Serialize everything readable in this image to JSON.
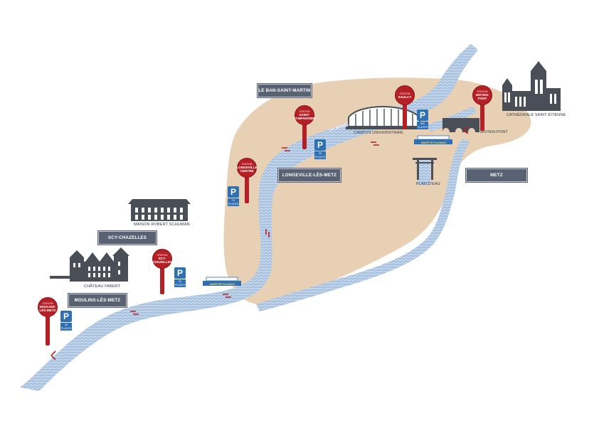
{
  "colors": {
    "land": "#e7d0b3",
    "river": "#9db8d8",
    "station": "#b52026",
    "parking": "#2f6fb4",
    "label_bg": "#586272",
    "building": "#4a4e57"
  },
  "areas": {
    "le_ban": "LE BAN-SAINT-MARTIN",
    "longeville": "LONGEVILLE-LÈS-METZ",
    "metz": "METZ",
    "scy": "SCY-CHAZELLES",
    "moulins": "MOULINS-LÈS-METZ"
  },
  "river_name": "LA MOSELLE",
  "stations": [
    {
      "line1": "STATION",
      "line2": "MOULINS-LÈS-METZ"
    },
    {
      "line1": "STATION",
      "line2": "SCY-CHAZELLES"
    },
    {
      "line1": "STATION",
      "line2": "LONGEVILLE CENTRE"
    },
    {
      "line1": "STATION",
      "line2": "SAINT-SYMPHORIEN"
    },
    {
      "line1": "STATION",
      "line2": "SAULCY"
    },
    {
      "line1": "STATION",
      "line2": "MOYEN-PONT"
    }
  ],
  "parkings": [
    {
      "symbol": "P",
      "places": "40 PLACES"
    },
    {
      "symbol": "P",
      "places": "20 PLACES"
    },
    {
      "symbol": "P",
      "places": "70 PLACES"
    },
    {
      "symbol": "P",
      "places": "20 PLACES"
    },
    {
      "symbol": "P",
      "places": "200 PLACES"
    }
  ],
  "landmarks": {
    "schuman": "MAISON ROBERT SCHUMAN",
    "fabert": "CHÂTEAU FABERT",
    "campus": "CAMPUS UNIVERSITAIRE",
    "plan_eau": "PLAN D'EAU",
    "moyen_pont": "MOYEN-PONT",
    "cathedrale": "CATHÉDRALE SAINT-ÉTIENNE"
  },
  "boat_label": "NAVETTE FLUVIALE"
}
